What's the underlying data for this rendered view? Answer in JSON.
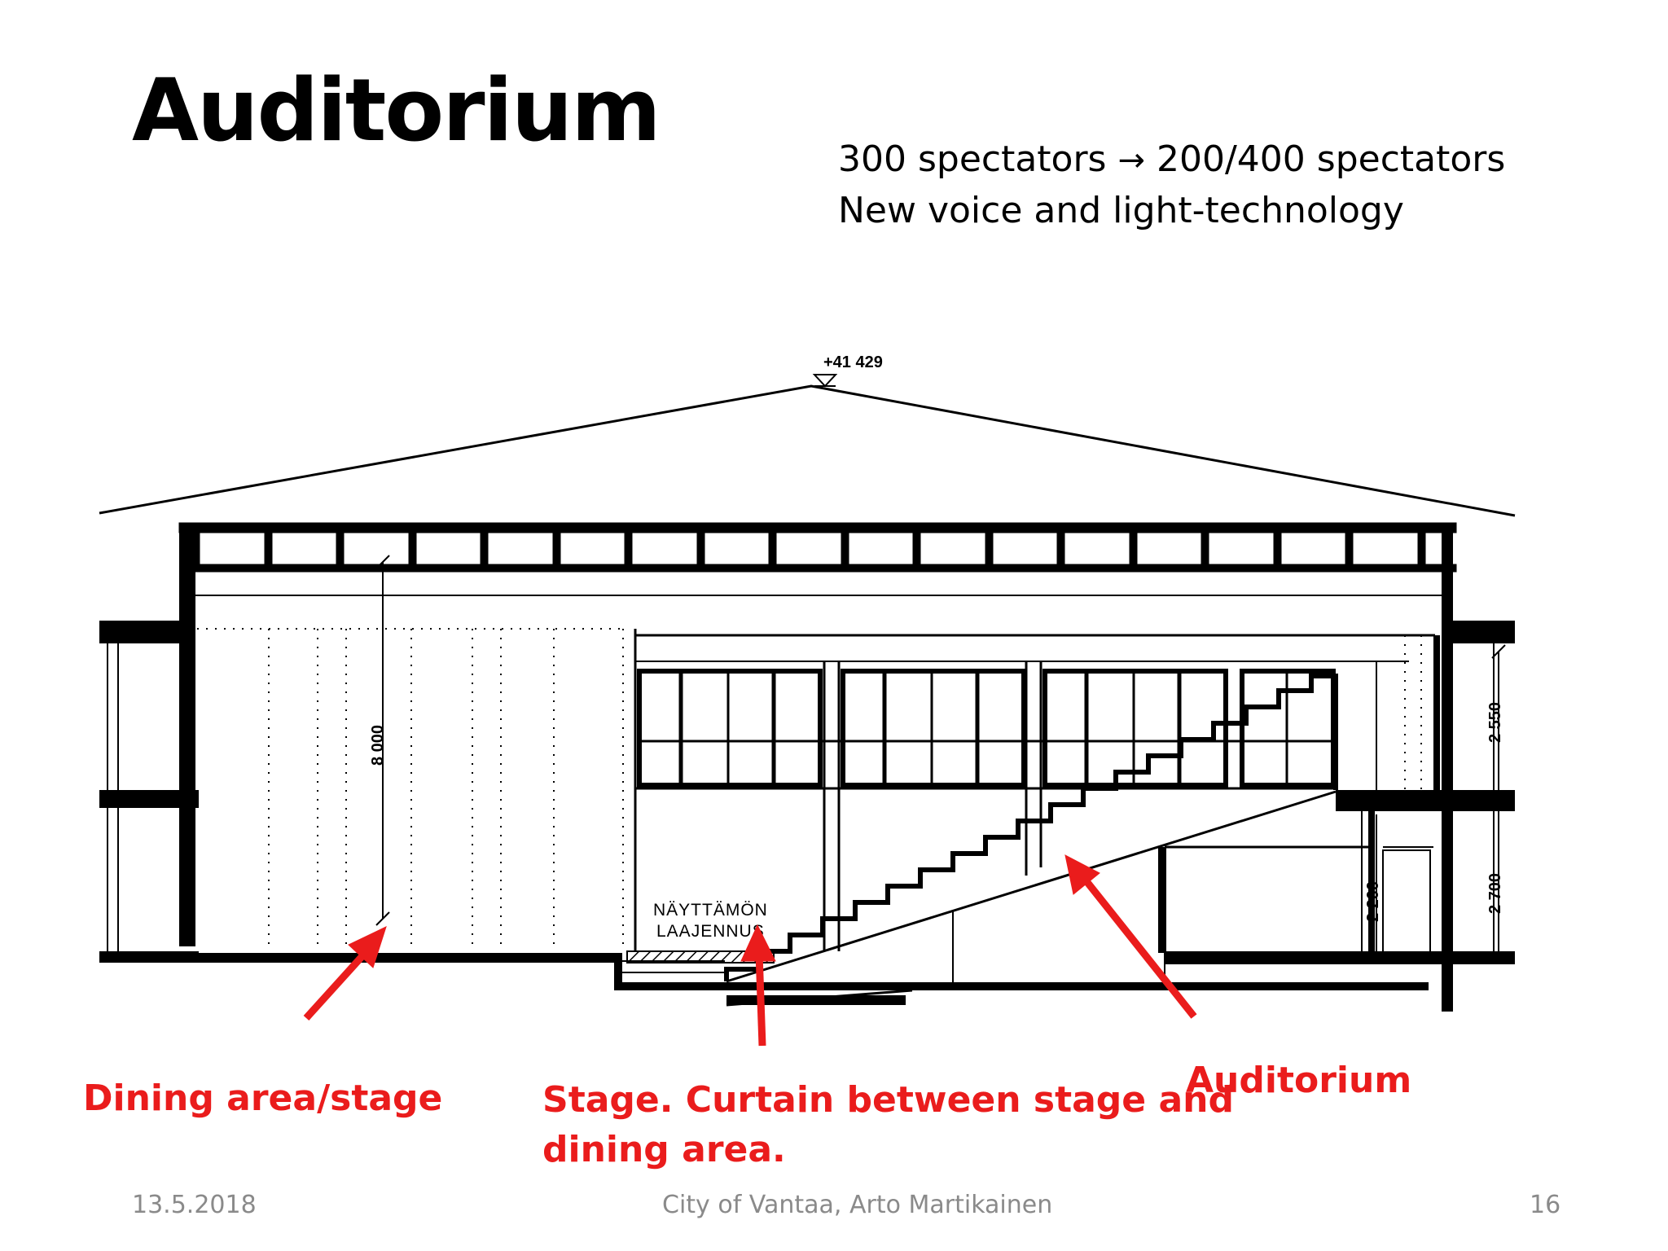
{
  "slide": {
    "title": "Auditorium",
    "subtitle_line1_before": "300 spectators",
    "subtitle_arrow": "→",
    "subtitle_line1_after": "200/400 spectators",
    "subtitle_line2": "New voice and light-technology"
  },
  "drawing": {
    "ridge_level": "+41 429",
    "dim_height_left": "8 000",
    "dim_upper_right": "2 550",
    "dim_lower_mid": "2 200",
    "dim_lower_right": "2 700",
    "stage_text_line1": "NÄYTTÄMÖN",
    "stage_text_line2": "LAAJENNUS"
  },
  "callouts": {
    "dining": "Dining area/stage",
    "stage_line1": "Stage. Curtain between stage and",
    "stage_line2": "dining area.",
    "auditorium": "Auditorium"
  },
  "colors": {
    "accent_red": "#ea1c1c"
  },
  "footer": {
    "date": "13.5.2018",
    "author": "City of Vantaa, Arto Martikainen",
    "page": "16"
  }
}
